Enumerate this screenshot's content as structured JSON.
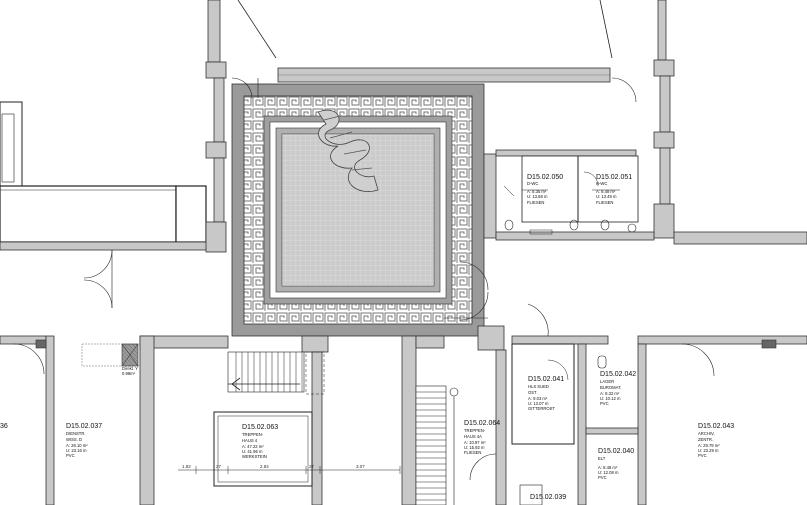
{
  "colors": {
    "wall": "#c8c8c8",
    "wall_stroke": "#333333",
    "line": "#222222",
    "pattern": "#8a8a8a",
    "tile": "#e8e8e8"
  },
  "rooms": [
    {
      "number": "D15.02.050",
      "name": "D-WC",
      "area": "A: 8.35 m²",
      "perimeter": "U: 13.68 m",
      "finish": "FLIESEN"
    },
    {
      "number": "D15.02.051",
      "name": "H-WC",
      "area": "A: 8.48 m²",
      "perimeter": "U: 13.49 m",
      "finish": "FLIESEN"
    },
    {
      "number": "D15.02.037",
      "name": "DIENSTR.",
      "name2": "WISS. D",
      "area": "A: 26.10 m²",
      "perimeter": "U: 23.16 m",
      "finish": "PVC"
    },
    {
      "number": "D15.02.063",
      "name": "TREPPEN-",
      "name2": "HAUS 4",
      "area": "A: 47.22 m²",
      "perimeter": "U: 41.96 m",
      "finish": "WERKSTEIN"
    },
    {
      "number": "D15.02.064",
      "name": "TREPPEN-",
      "name2": "HAUS 4A",
      "area": "A: 10.97 m²",
      "perimeter": "U: 15.92 m",
      "finish": "FLIESEN"
    },
    {
      "number": "D15.02.041",
      "name": "HLS SUED",
      "name2": "OST",
      "area": "A: 9.03 m²",
      "perimeter": "U: 13.07 m",
      "finish": "GITTERROST"
    },
    {
      "number": "D15.02.042",
      "name": "LAGER",
      "name2": "BUROMAT.",
      "area": "A: 8.32 m²",
      "perimeter": "U: 10.12 m",
      "finish": "PVC"
    },
    {
      "number": "D15.02.040",
      "name": "ELT",
      "area": "A: 8.48 m²",
      "perimeter": "U: 12.08 m",
      "finish": "PVC"
    },
    {
      "number": "D15.02.043",
      "name": "ARCHIV,",
      "name2": "ZENTR.",
      "area": "A: 29.79 m²",
      "perimeter": "U: 23.29 m",
      "finish": "PVC"
    },
    {
      "number": "D15.02.039"
    }
  ],
  "partial_label": "36",
  "shaft_note": {
    "line1": "Direkt. Y",
    "line2": "0.98m²"
  },
  "dimensions": {
    "d1": "27",
    "d2": "2.84",
    "d3": "27",
    "d4": "3.07",
    "d5": "1.92"
  }
}
